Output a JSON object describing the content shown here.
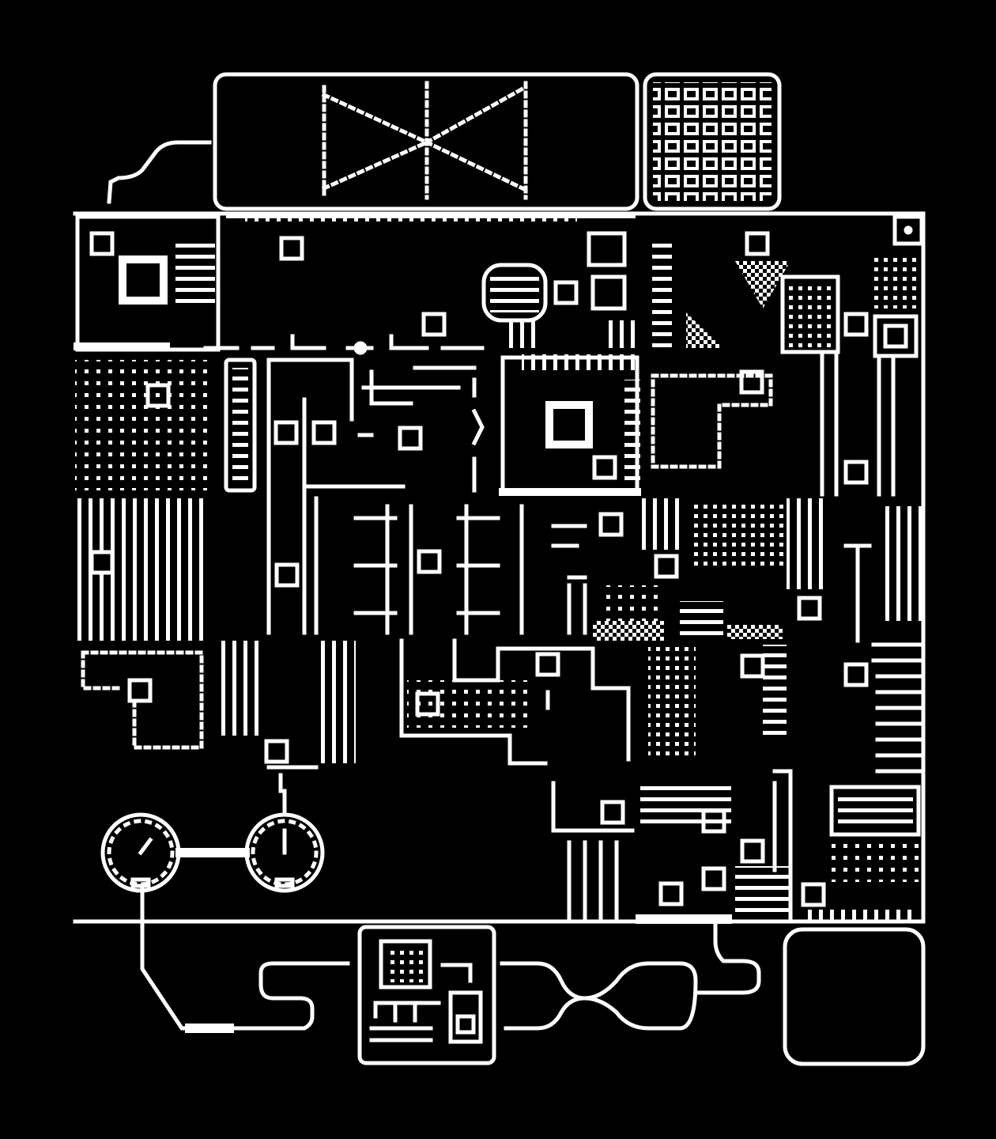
{
  "scene": {
    "kind": "pixel-art circuit board illustration",
    "colors": {
      "background": "#000000",
      "ink": "#ffffff"
    },
    "parts": {
      "top_display_symbol": "bowtie",
      "gauge_count": 2,
      "connector_module_count": 1,
      "empty_box_count": 1
    }
  }
}
